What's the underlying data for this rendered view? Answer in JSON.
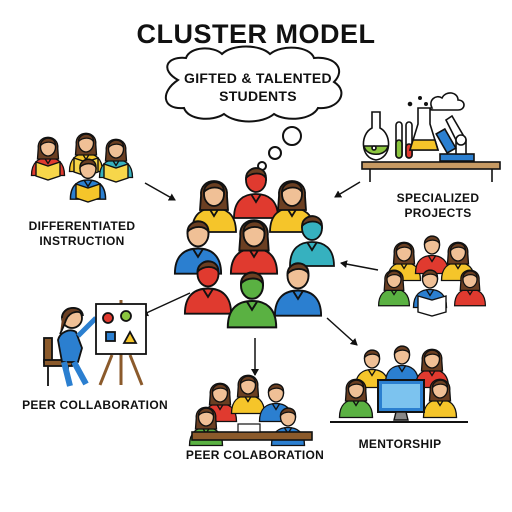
{
  "title": "CLUSTER MODEL",
  "thought_bubble": {
    "line1": "GIFTED & TALENTED",
    "line2": "STUDENTS"
  },
  "labels": {
    "differentiated_line1": "DIFFERENTIATED",
    "differentiated_line2": "INSTRUCTION",
    "specialized_line1": "SPECIALIZED",
    "specialized_line2": "PROJECTS",
    "peer_collab_left": "PEER COLLABORATION",
    "mentorship": "MENTORSHIP",
    "peer_collab_bottom": "PEER COLABORATION"
  },
  "colors": {
    "red": "#e03a2f",
    "yellow": "#f5c52a",
    "blue": "#2b7fd0",
    "green": "#5ab142",
    "teal": "#36b1bf",
    "skin": "#f0c096",
    "hair": "#6b3f22",
    "outline": "#111111",
    "liquid_green": "#8bc53f",
    "easel_wood": "#8b5a2b"
  },
  "icons": {
    "center": "student-cluster-icon",
    "top_left": "reading-students-icon",
    "top_right": "lab-equipment-icon",
    "right": "group-discussion-icon",
    "left": "teacher-easel-icon",
    "bottom_right": "computer-mentorship-icon",
    "bottom": "table-collaboration-icon"
  }
}
